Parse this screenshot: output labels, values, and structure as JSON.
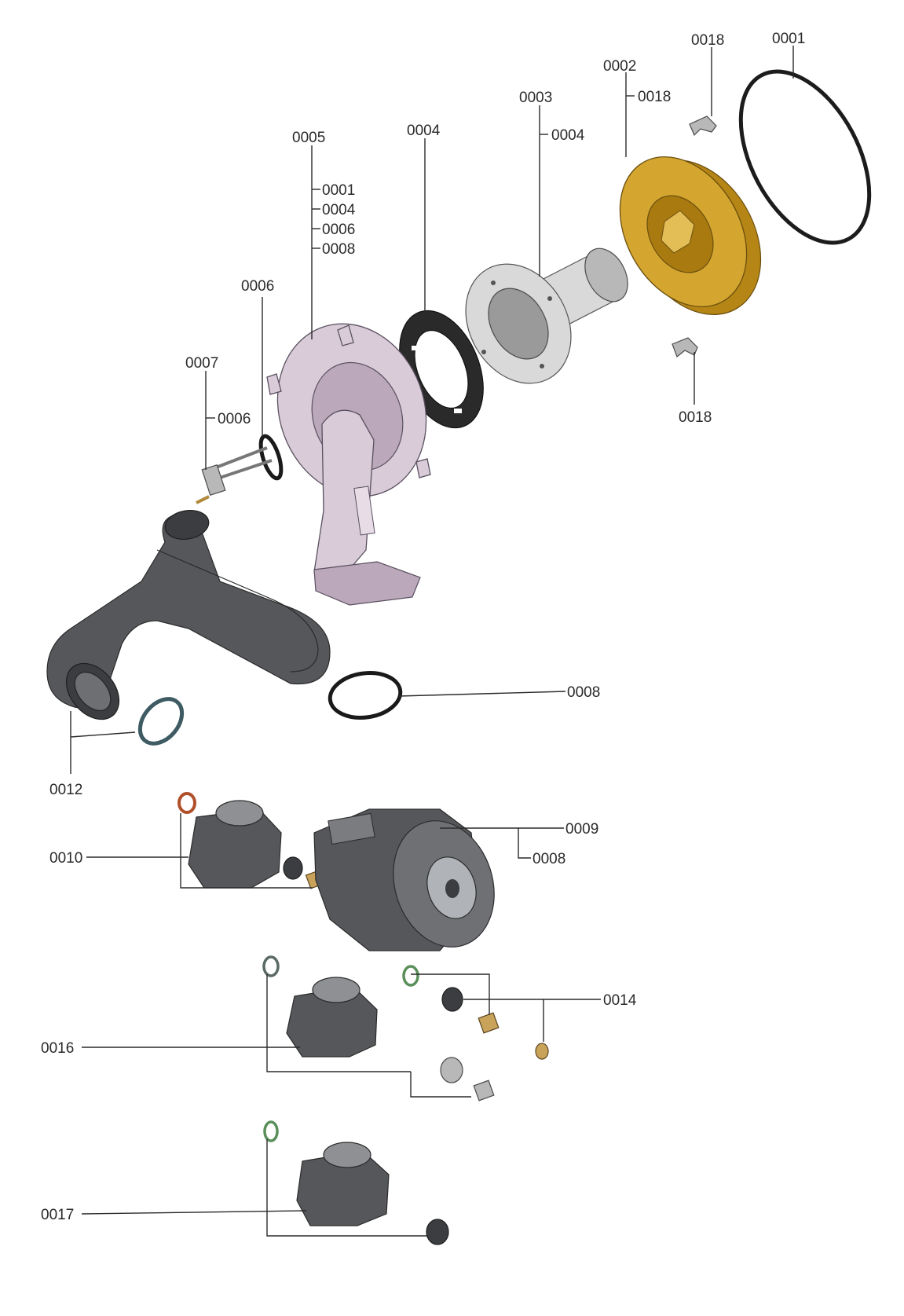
{
  "callouts": {
    "c0001_top": "0001",
    "c0018_top": "0018",
    "c0002": "0002",
    "c0018_right": "0018",
    "c0003": "0003",
    "c0004_sub": "0004",
    "c0004_top": "0004",
    "c0005": "0005",
    "c0005_sub1": "0001",
    "c0005_sub2": "0004",
    "c0005_sub3": "0006",
    "c0005_sub4": "0008",
    "c0006": "0006",
    "c0007": "0007",
    "c0007_sub": "0006",
    "c0018_bottom": "0018",
    "c0008": "0008",
    "c0012": "0012",
    "c0010": "0010",
    "c0009": "0009",
    "c0009_sub": "0008",
    "c0014": "0014",
    "c0016": "0016",
    "c0017": "0017"
  },
  "colors": {
    "pink_part": "#d9ccd8",
    "gold_part": "#d4a630",
    "dark_part": "#55575a",
    "line": "#2a2a2a"
  }
}
